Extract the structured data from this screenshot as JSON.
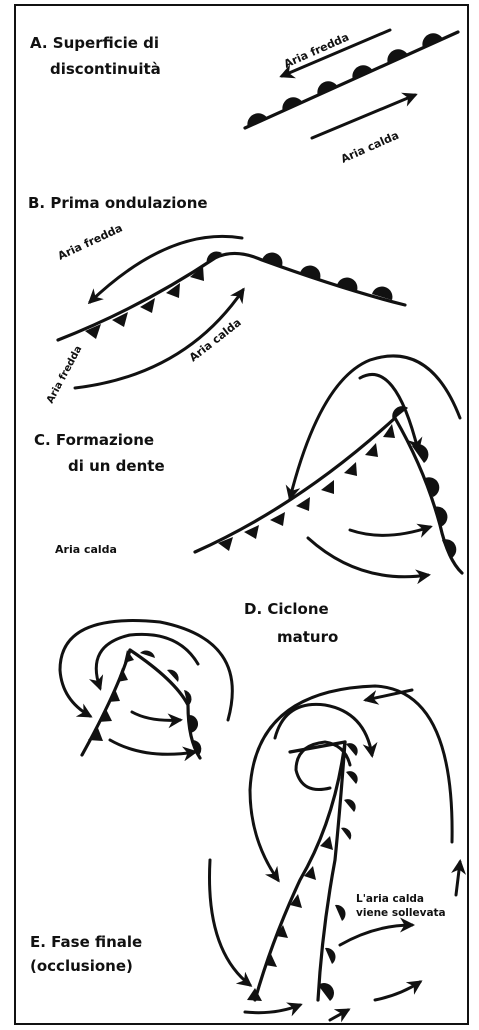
{
  "stages": {
    "a": {
      "title_line1": "A. Superficie di",
      "title_line2": "discontinuità",
      "cold_air": "Aria fredda",
      "warm_air": "Aria calda"
    },
    "b": {
      "title": "B. Prima ondulazione",
      "cold_air": "Aria fredda",
      "warm_air": "Aria calda",
      "cold_air_lower": "Aria fredda"
    },
    "c": {
      "title_line1": "C. Formazione",
      "title_line2": "di un dente",
      "warm_air": "Aria calda"
    },
    "d": {
      "title_line1": "D. Ciclone",
      "title_line2": "maturo"
    },
    "e": {
      "title_line1": "E. Fase finale",
      "title_line2": "(occlusione)",
      "note_line1": "L'aria calda",
      "note_line2": "viene sollevata"
    }
  },
  "colors": {
    "ink": "#111111",
    "background": "#ffffff"
  }
}
